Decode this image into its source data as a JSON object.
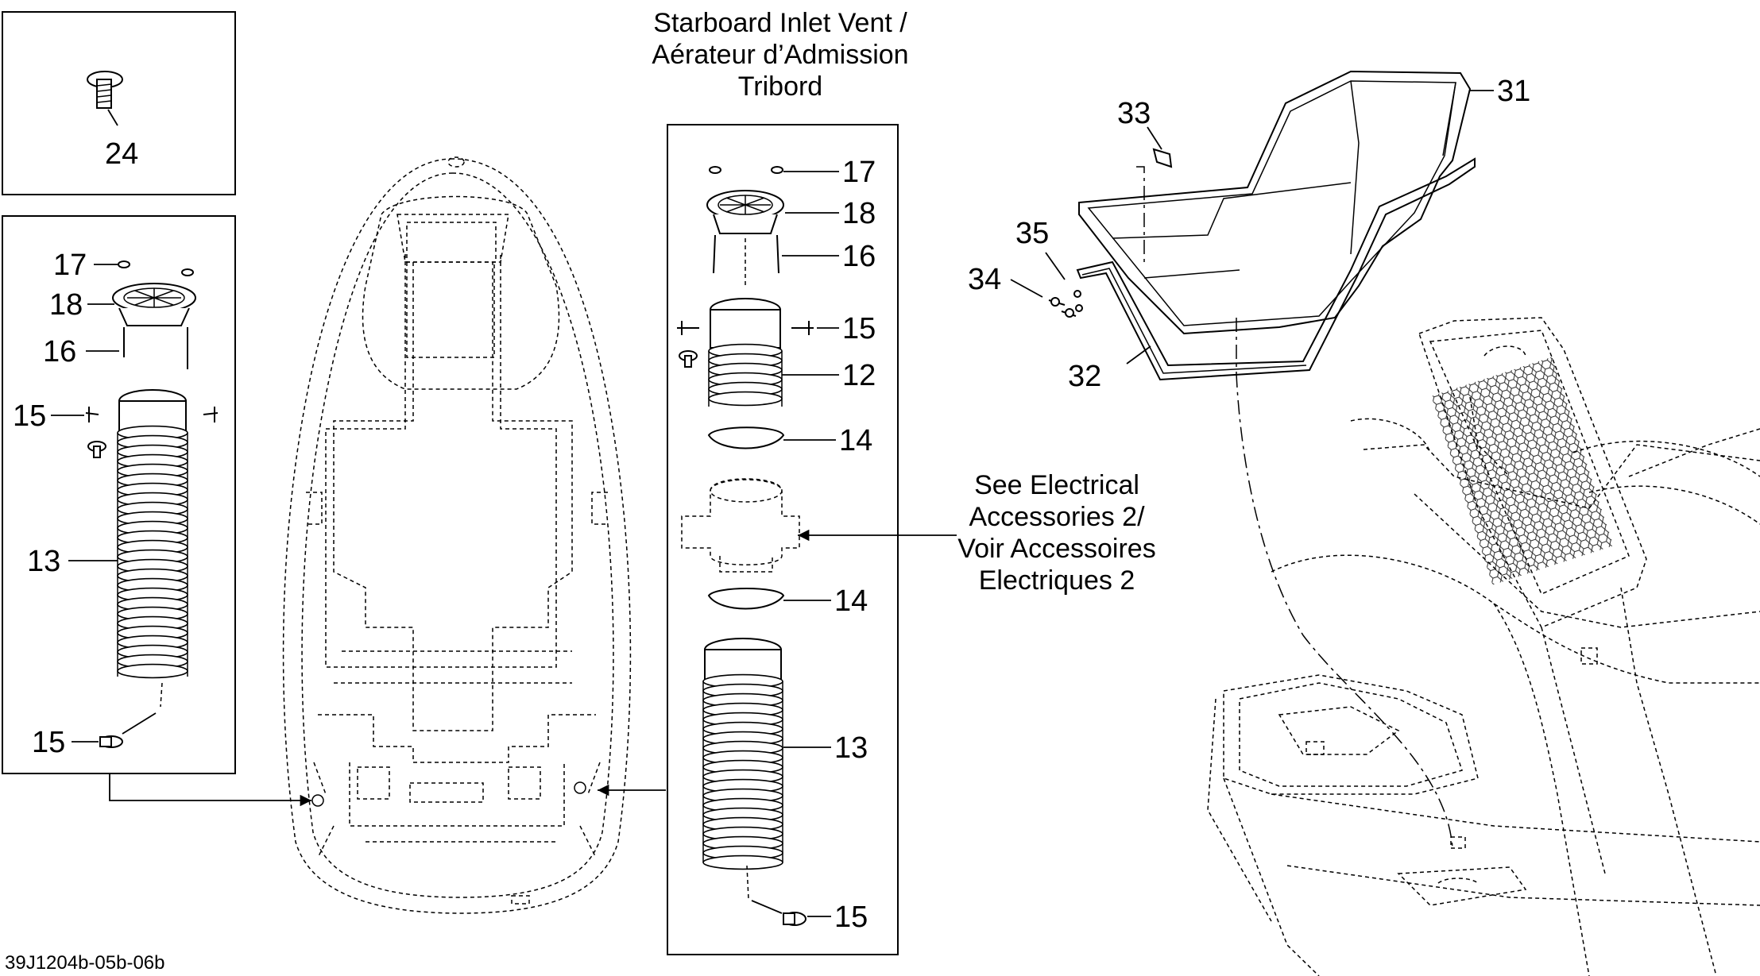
{
  "title_lines": [
    "Starboard Inlet Vent /",
    "Aérateur d’Admission",
    "Tribord"
  ],
  "note_lines": [
    "See Electrical",
    "Accessories 2/",
    "Voir Accessoires",
    "Electriques 2"
  ],
  "drawing_code": "39J1204b-05b-06b",
  "part_numbers": {
    "p24": "24",
    "p17": "17",
    "p18": "18",
    "p16": "16",
    "p15": "15",
    "p13": "13",
    "p12": "12",
    "p14": "14",
    "p31": "31",
    "p32": "32",
    "p33": "33",
    "p34": "34",
    "p35": "35"
  }
}
